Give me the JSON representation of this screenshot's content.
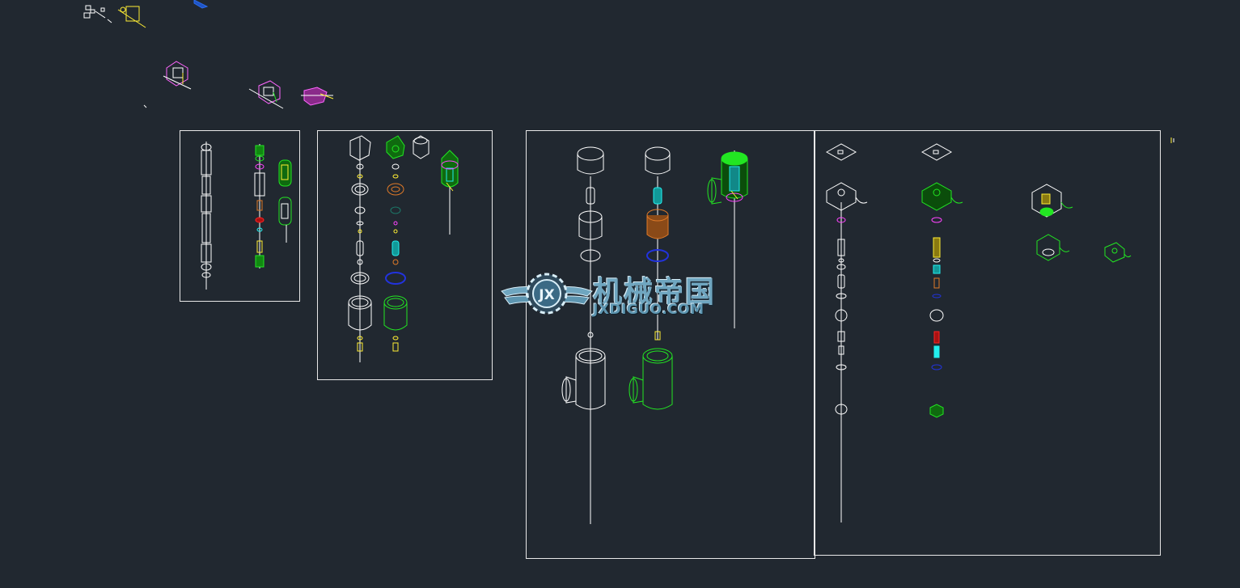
{
  "app": "CAD drawing viewport",
  "canvas": {
    "background": "#212830",
    "frame_color": "#e8e8e8",
    "accent_colors": {
      "white": "#ffffff",
      "green": "#22e622",
      "yellow": "#ffee33",
      "cyan": "#22eeee",
      "magenta": "#ff44ff",
      "orange": "#e07a28",
      "blue": "#2233dd",
      "red": "#ff2222"
    }
  },
  "watermark": {
    "title_cn": "机械帝国",
    "title_en": "JXDIGUO.COM",
    "logo_letters": "JX",
    "icon": "gear-wings-logo-icon"
  },
  "panels": [
    {
      "name": "solenoid-stem-panel"
    },
    {
      "name": "valve-cap-panel"
    },
    {
      "name": "angle-valve-panel"
    },
    {
      "name": "coil-assembly-panel"
    }
  ]
}
